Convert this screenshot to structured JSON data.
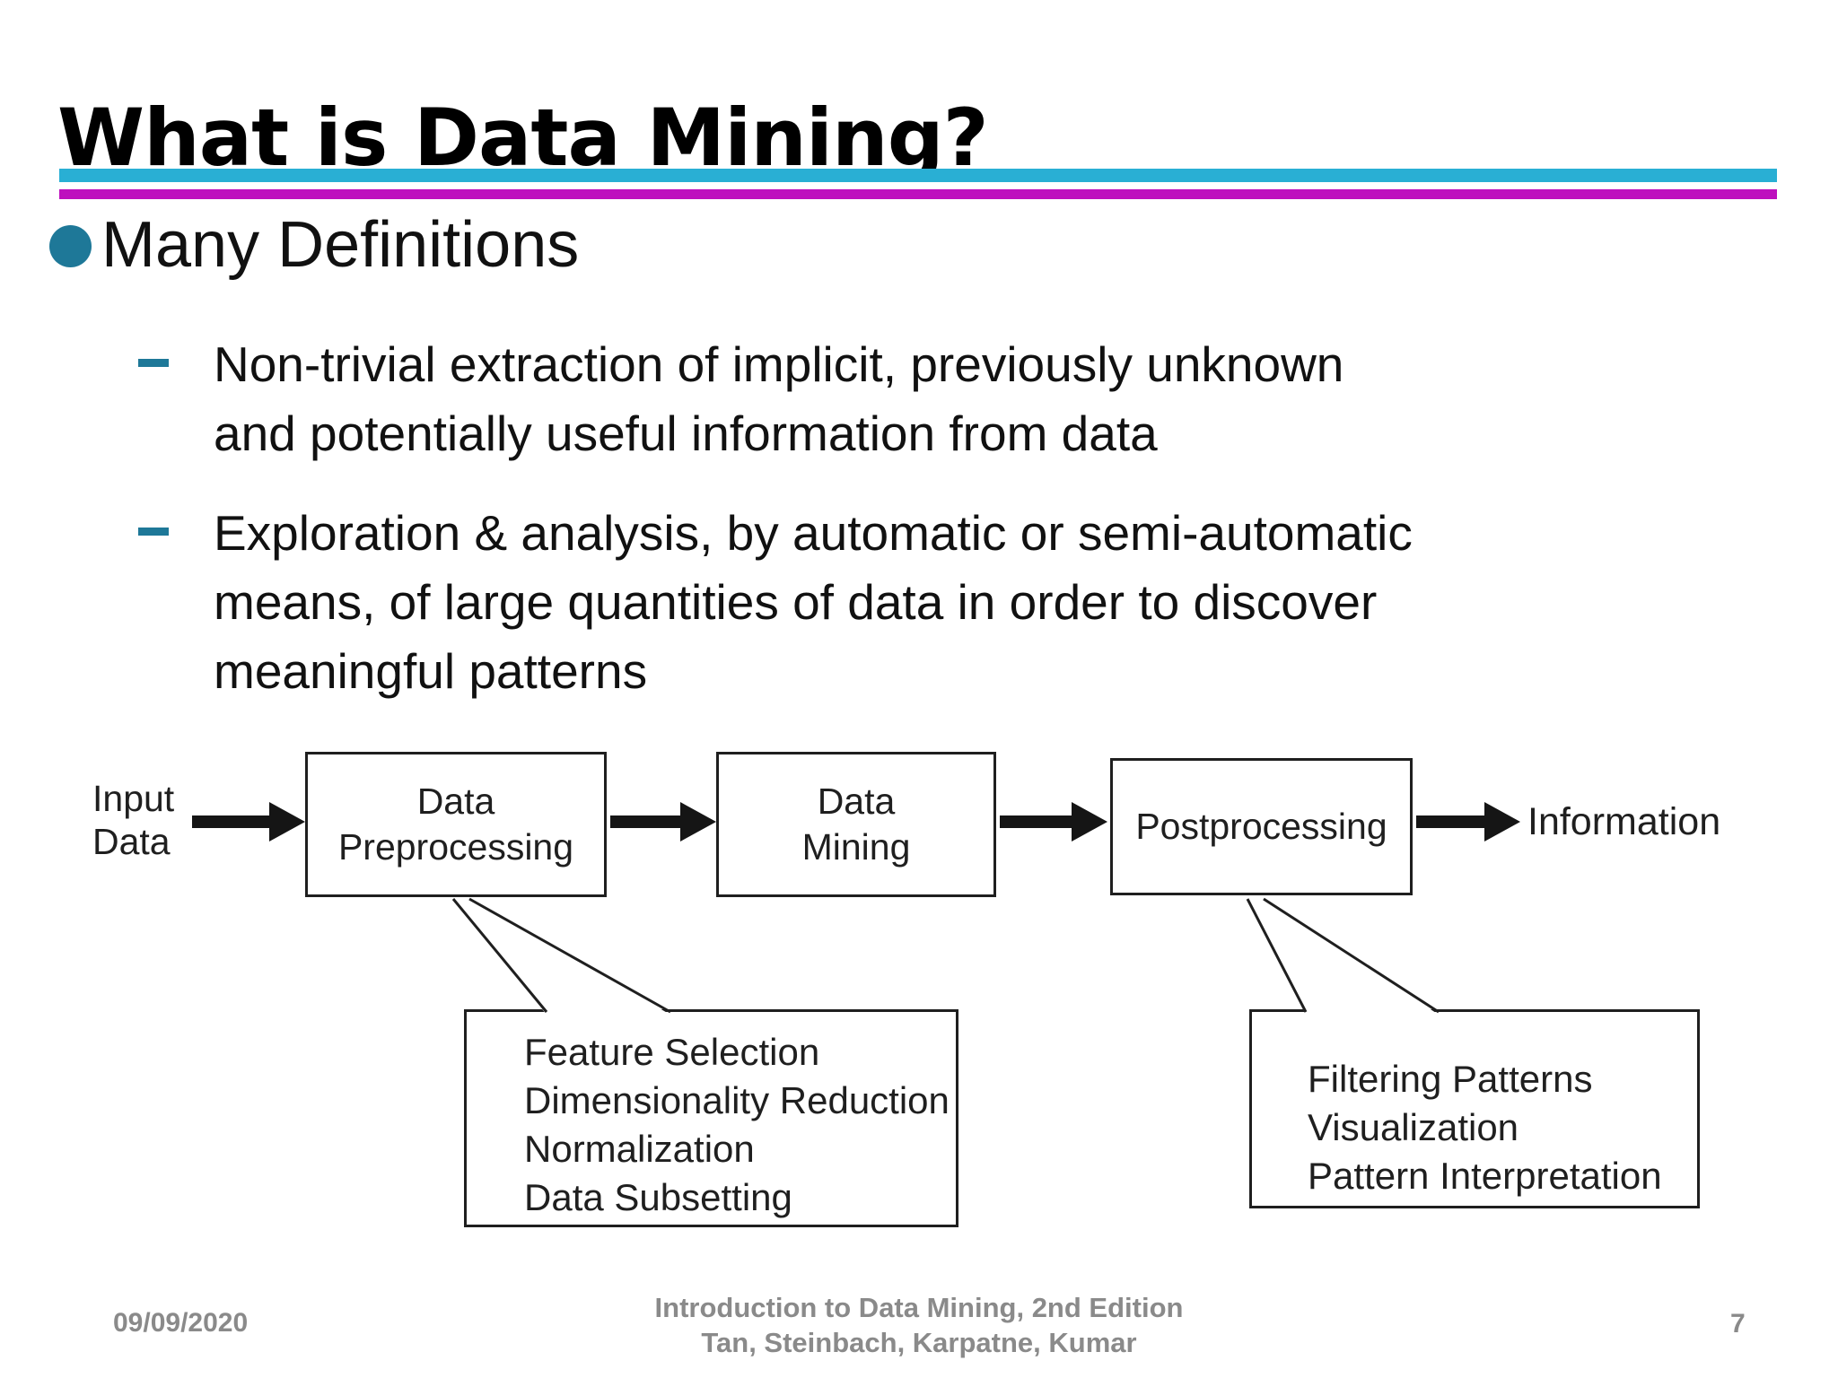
{
  "slide": {
    "title": "What is Data Mining?",
    "bullet": "Many Definitions",
    "sub_bullets": [
      {
        "lines": [
          "Non-trivial extraction of implicit, previously unknown",
          "and potentially useful information from data"
        ]
      },
      {
        "lines": [
          "Exploration & analysis, by automatic or semi-automatic",
          "means, of large quantities of data in order to discover",
          "meaningful patterns"
        ]
      }
    ],
    "diagram": {
      "input_label_lines": [
        "Input",
        "Data"
      ],
      "boxes": [
        {
          "lines": [
            "Data",
            "Preprocessing"
          ]
        },
        {
          "lines": [
            "Data",
            "Mining"
          ]
        },
        {
          "lines": [
            "Postprocessing"
          ]
        }
      ],
      "output_label": "Information",
      "callouts": [
        {
          "lines": [
            "Feature Selection",
            "Dimensionality Reduction",
            "Normalization",
            "Data Subsetting"
          ]
        },
        {
          "lines": [
            "Filtering Patterns",
            "Visualization",
            "Pattern Interpretation"
          ]
        }
      ]
    },
    "footer": {
      "date": "09/09/2020",
      "citation_line1": "Introduction to Data Mining, 2nd Edition",
      "citation_line2": "Tan, Steinbach, Karpatne, Kumar",
      "page_number": "7"
    }
  },
  "colors": {
    "accent_cyan": "#29AFD4",
    "accent_magenta": "#BE10BE",
    "accent_teal": "#1E7898",
    "footer_gray": "#8A8A8A"
  }
}
